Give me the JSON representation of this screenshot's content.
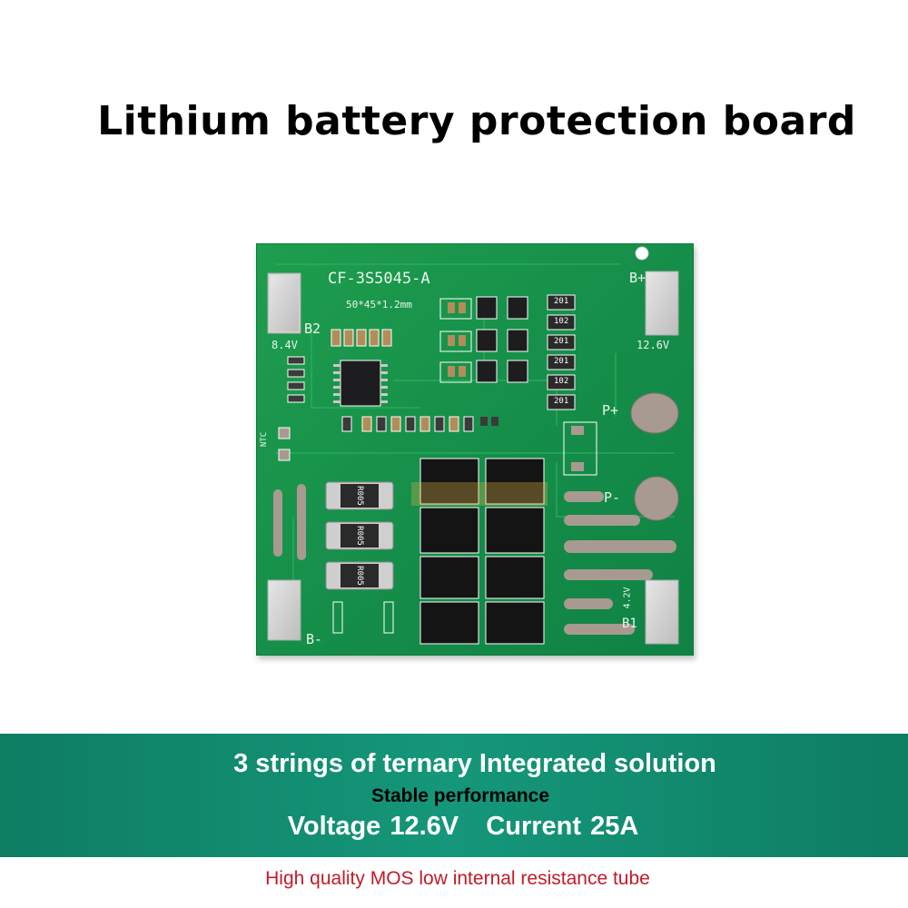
{
  "title": "Lithium battery protection board",
  "board": {
    "model": "CF-3S5045-A",
    "size": "50*45*1.2mm",
    "labels": {
      "b_plus": "B+",
      "b2": "B2",
      "v_8_4": "8.4V",
      "v_12_6": "12.6V",
      "p_plus": "P+",
      "p_minus": "P-",
      "ntc": "NTC",
      "b_minus": "B-",
      "b1": "B1",
      "v_4_2": "4.2V"
    },
    "resistor_code": "R005",
    "smd_codes": [
      "201",
      "102",
      "201",
      "201",
      "102",
      "201"
    ]
  },
  "band": {
    "line1": "3 strings of ternary Integrated solution",
    "line2": "Stable performance",
    "line3": "Voltage 12.6V   Current 25A"
  },
  "footer": "High quality MOS low internal resistance tube",
  "colors": {
    "pcb_green": "#16904a",
    "band_teal": "#15977a",
    "footer_red": "#c21a2a"
  }
}
